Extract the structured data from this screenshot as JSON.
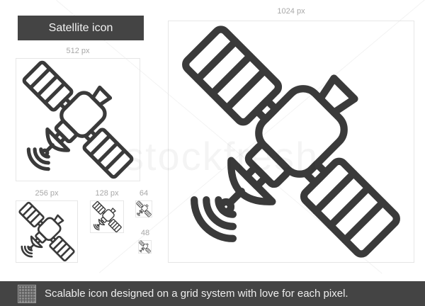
{
  "title": "Satellite icon",
  "watermark": "stockfresh",
  "sizes": {
    "s1024": "1024 px",
    "s512": "512 px",
    "s256": "256 px",
    "s128": "128 px",
    "s64": "64",
    "s48": "48"
  },
  "icon": {
    "name": "satellite-icon",
    "stroke_color": "#3a3a3a",
    "style": "line"
  },
  "footer": {
    "text": "Scalable icon designed on a grid system with love for each pixel.",
    "icon": "grid-icon"
  },
  "colors": {
    "banner_bg": "#444444",
    "banner_text": "#f2f2f2",
    "frame_line": "#e6e6e6",
    "label_text": "#a8a8a8"
  }
}
